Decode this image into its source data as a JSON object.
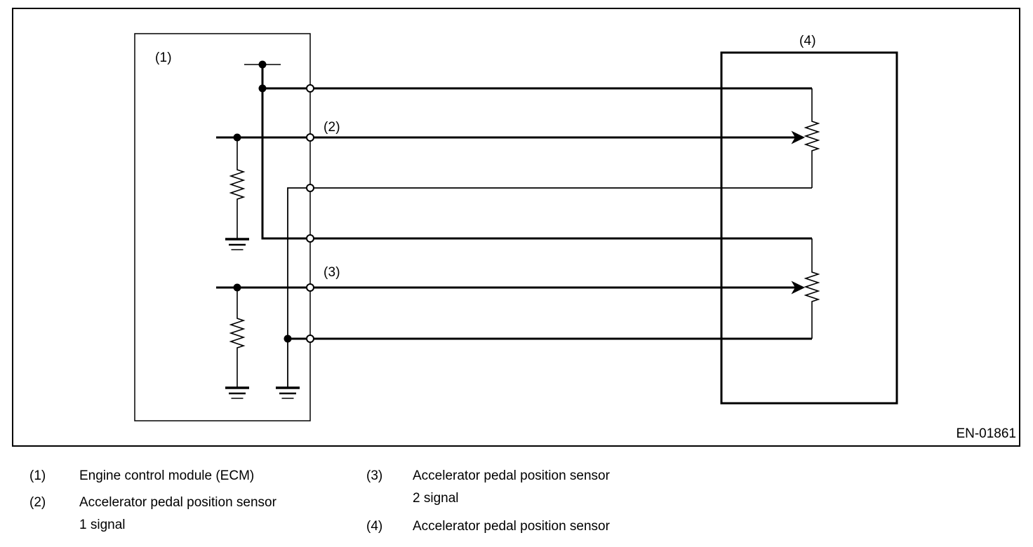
{
  "diagram": {
    "callouts": {
      "ecm": "(1)",
      "signal1": "(2)",
      "signal2": "(3)",
      "sensor": "(4)"
    },
    "figure_code": "EN-01861"
  },
  "legend": {
    "items": [
      {
        "num": "(1)",
        "line1": "Engine control module (ECM)",
        "line2": ""
      },
      {
        "num": "(2)",
        "line1": "Accelerator pedal position sensor",
        "line2": "1 signal"
      },
      {
        "num": "(3)",
        "line1": "Accelerator pedal position sensor",
        "line2": "2 signal"
      },
      {
        "num": "(4)",
        "line1": "Accelerator pedal position sensor",
        "line2": ""
      }
    ]
  },
  "colors": {
    "line": "#000000",
    "background": "#ffffff"
  }
}
